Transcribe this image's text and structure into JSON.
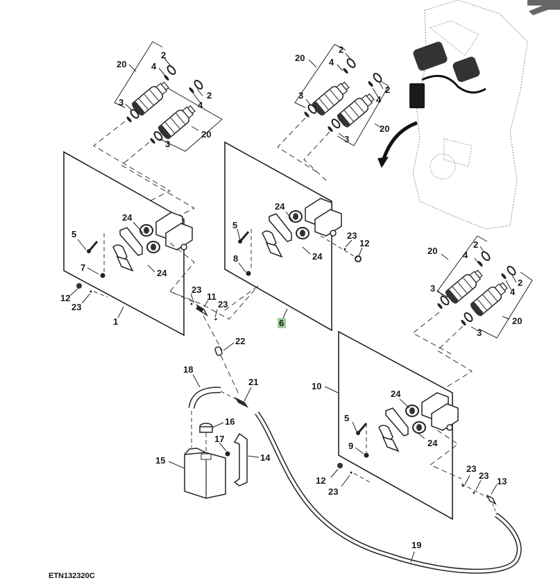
{
  "diagram": {
    "type": "exploded-parts-diagram",
    "reference_code": "ETN132320C",
    "highlighted_callout": "6",
    "highlight_color": "#9fce9b",
    "nav_icon": "arrow-up-right-icon",
    "assemblies": [
      {
        "callout": "1",
        "contents": [
          "20",
          "2",
          "4",
          "3",
          "24",
          "5",
          "7",
          "12",
          "23"
        ]
      },
      {
        "callout": "6",
        "contents": [
          "20",
          "2",
          "4",
          "3",
          "24",
          "5",
          "8",
          "12",
          "23"
        ]
      },
      {
        "callout": "10",
        "contents": [
          "20",
          "2",
          "4",
          "3",
          "24",
          "5",
          "9",
          "12",
          "23"
        ]
      }
    ],
    "callouts": {
      "a_20a": "20",
      "a_2a": "2",
      "a_4a": "4",
      "a_3a": "3",
      "a_2b": "2",
      "a_4b": "4",
      "a_20b": "20",
      "a_3b": "3",
      "a_24a": "24",
      "a_5": "5",
      "a_7": "7",
      "a_24b": "24",
      "a_12": "12",
      "a_23": "23",
      "a_1": "1",
      "b_20a": "20",
      "b_2a": "2",
      "b_4a": "4",
      "b_3a": "3",
      "b_2b": "2",
      "b_4b": "4",
      "b_20b": "20",
      "b_3b": "3",
      "b_24a": "24",
      "b_5": "5",
      "b_8": "8",
      "b_24b": "24",
      "b_23": "23",
      "b_12": "12",
      "b_6": "6",
      "c_20a": "20",
      "c_2a": "2",
      "c_4a": "4",
      "c_3a": "3",
      "c_2b": "2",
      "c_4b": "4",
      "c_20b": "20",
      "c_3b": "3",
      "c_10": "10",
      "c_24a": "24",
      "c_5": "5",
      "c_9": "9",
      "c_24b": "24",
      "c_12": "12",
      "c_23": "23",
      "c_23b": "23",
      "c_23c": "23",
      "c_13": "13",
      "m_23a": "23",
      "m_11": "11",
      "m_23b": "23",
      "m_22": "22",
      "m_18": "18",
      "m_21": "21",
      "m_16": "16",
      "m_17": "17",
      "m_14": "14",
      "m_15": "15",
      "m_19": "19"
    }
  }
}
